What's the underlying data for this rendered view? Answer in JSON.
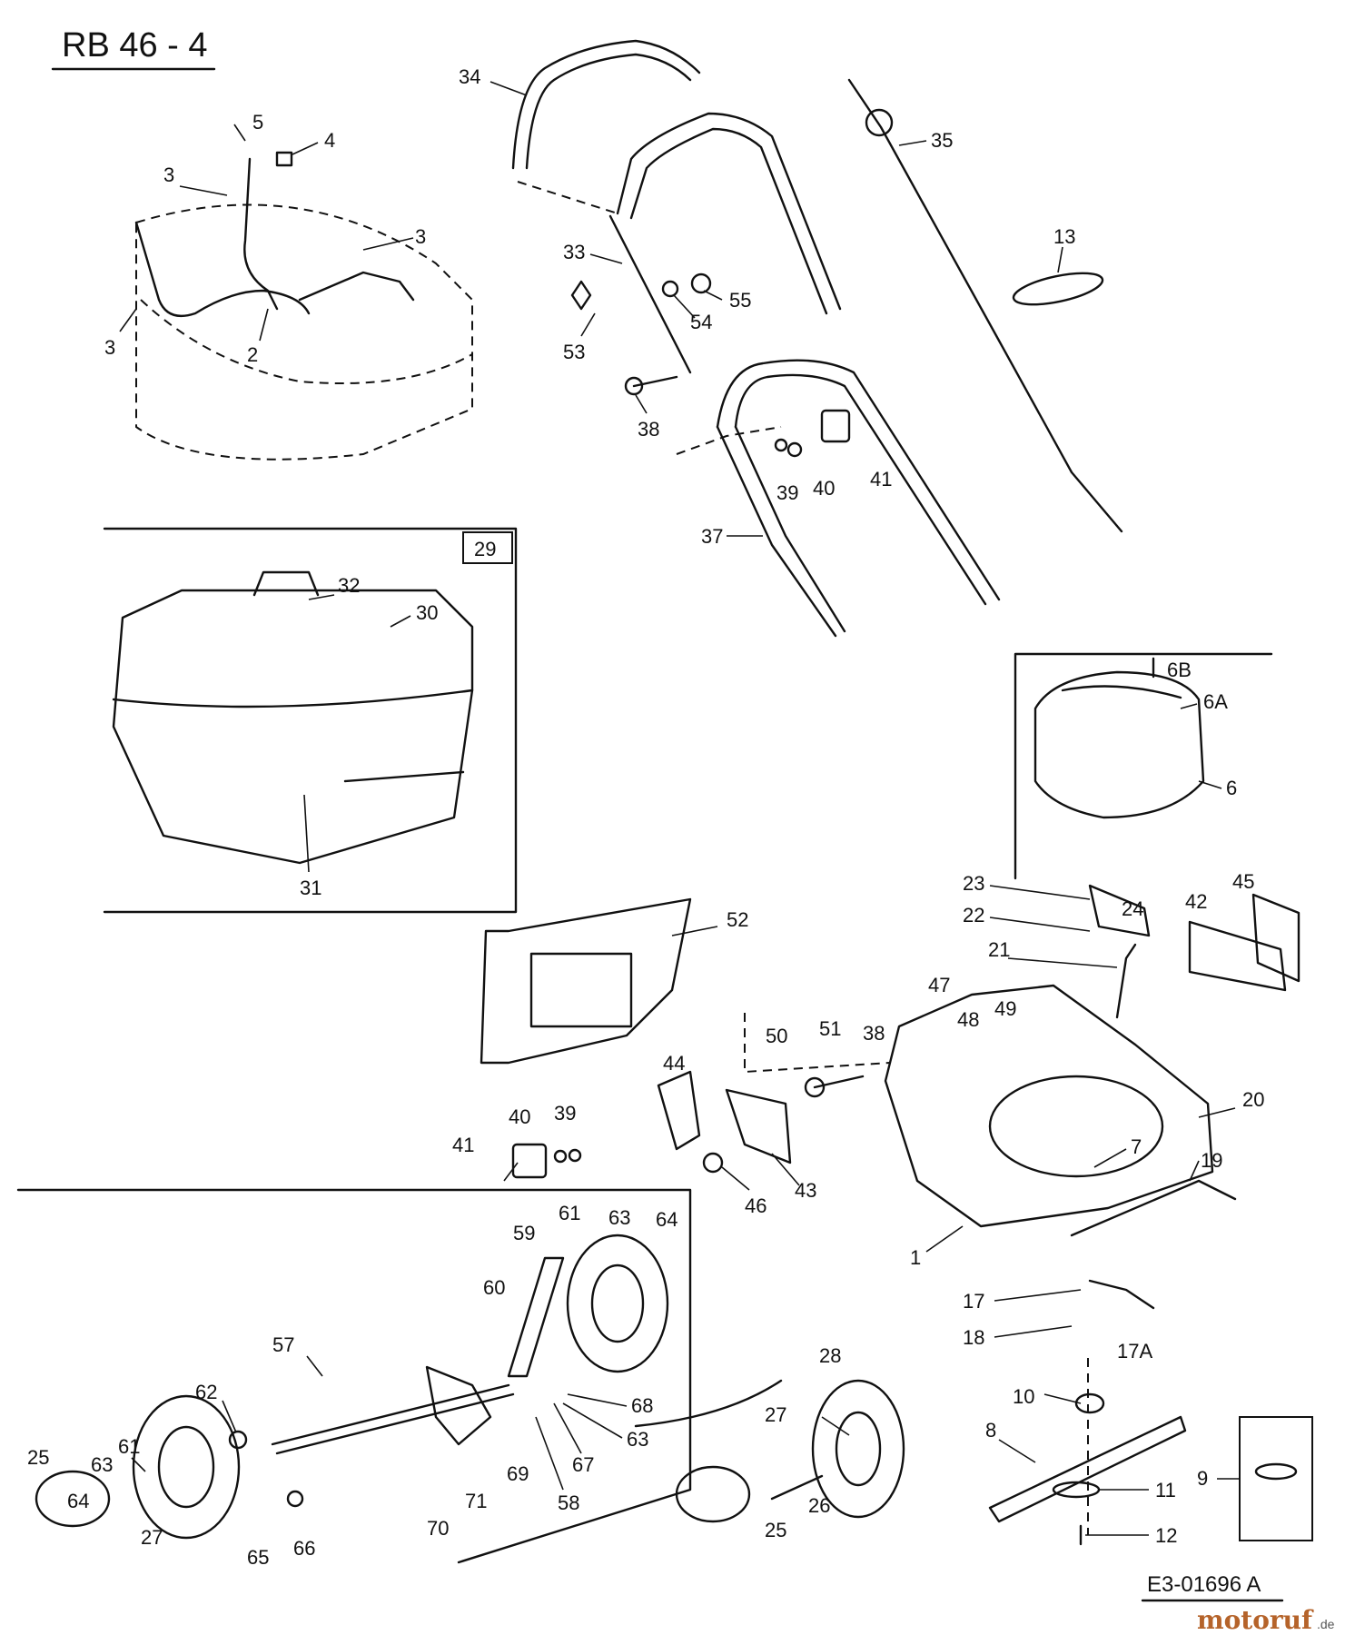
{
  "header": {
    "title": "RB 46 - 4"
  },
  "footer": {
    "code": "E3-01696 A",
    "brand": "motoruf",
    "brand_suffix": ".de"
  },
  "labels": [
    {
      "id": "l5",
      "text": "5"
    },
    {
      "id": "l4",
      "text": "4"
    },
    {
      "id": "l3a",
      "text": "3"
    },
    {
      "id": "l3b",
      "text": "3"
    },
    {
      "id": "l3c",
      "text": "3"
    },
    {
      "id": "l2",
      "text": "2"
    },
    {
      "id": "l34",
      "text": "34"
    },
    {
      "id": "l35",
      "text": "35"
    },
    {
      "id": "l13",
      "text": "13"
    },
    {
      "id": "l33",
      "text": "33"
    },
    {
      "id": "l55",
      "text": "55"
    },
    {
      "id": "l54",
      "text": "54"
    },
    {
      "id": "l53",
      "text": "53"
    },
    {
      "id": "l38a",
      "text": "38"
    },
    {
      "id": "l39a",
      "text": "39"
    },
    {
      "id": "l40a",
      "text": "40"
    },
    {
      "id": "l41a",
      "text": "41"
    },
    {
      "id": "l37",
      "text": "37"
    },
    {
      "id": "l29",
      "text": "29"
    },
    {
      "id": "l32",
      "text": "32"
    },
    {
      "id": "l30",
      "text": "30"
    },
    {
      "id": "l31",
      "text": "31"
    },
    {
      "id": "l6b",
      "text": "6B"
    },
    {
      "id": "l6a",
      "text": "6A"
    },
    {
      "id": "l6",
      "text": "6"
    },
    {
      "id": "l23",
      "text": "23"
    },
    {
      "id": "l24",
      "text": "24"
    },
    {
      "id": "l45",
      "text": "45"
    },
    {
      "id": "l22",
      "text": "22"
    },
    {
      "id": "l42",
      "text": "42"
    },
    {
      "id": "l21",
      "text": "21"
    },
    {
      "id": "l52",
      "text": "52"
    },
    {
      "id": "l47",
      "text": "47"
    },
    {
      "id": "l48",
      "text": "48"
    },
    {
      "id": "l49",
      "text": "49"
    },
    {
      "id": "l50",
      "text": "50"
    },
    {
      "id": "l51",
      "text": "51"
    },
    {
      "id": "l38b",
      "text": "38"
    },
    {
      "id": "l20",
      "text": "20"
    },
    {
      "id": "l44",
      "text": "44"
    },
    {
      "id": "l40b",
      "text": "40"
    },
    {
      "id": "l39b",
      "text": "39"
    },
    {
      "id": "l41b",
      "text": "41"
    },
    {
      "id": "l7",
      "text": "7"
    },
    {
      "id": "l19",
      "text": "19"
    },
    {
      "id": "l46",
      "text": "46"
    },
    {
      "id": "l43",
      "text": "43"
    },
    {
      "id": "l1",
      "text": "1"
    },
    {
      "id": "l17",
      "text": "17"
    },
    {
      "id": "l18",
      "text": "18"
    },
    {
      "id": "l17a",
      "text": "17A"
    },
    {
      "id": "l59",
      "text": "59"
    },
    {
      "id": "l61a",
      "text": "61"
    },
    {
      "id": "l63a",
      "text": "63"
    },
    {
      "id": "l64a",
      "text": "64"
    },
    {
      "id": "l60",
      "text": "60"
    },
    {
      "id": "l68",
      "text": "68"
    },
    {
      "id": "l63b",
      "text": "63"
    },
    {
      "id": "l67",
      "text": "67"
    },
    {
      "id": "l57",
      "text": "57"
    },
    {
      "id": "l62",
      "text": "62"
    },
    {
      "id": "l61b",
      "text": "61"
    },
    {
      "id": "l63c",
      "text": "63"
    },
    {
      "id": "l25a",
      "text": "25"
    },
    {
      "id": "l64b",
      "text": "64"
    },
    {
      "id": "l27a",
      "text": "27"
    },
    {
      "id": "l65",
      "text": "65"
    },
    {
      "id": "l66",
      "text": "66"
    },
    {
      "id": "l69",
      "text": "69"
    },
    {
      "id": "l58",
      "text": "58"
    },
    {
      "id": "l70",
      "text": "70"
    },
    {
      "id": "l71",
      "text": "71"
    },
    {
      "id": "l28",
      "text": "28"
    },
    {
      "id": "l27b",
      "text": "27"
    },
    {
      "id": "l26",
      "text": "26"
    },
    {
      "id": "l25b",
      "text": "25"
    },
    {
      "id": "l10",
      "text": "10"
    },
    {
      "id": "l8",
      "text": "8"
    },
    {
      "id": "l11",
      "text": "11"
    },
    {
      "id": "l12",
      "text": "12"
    },
    {
      "id": "l9",
      "text": "9"
    }
  ]
}
